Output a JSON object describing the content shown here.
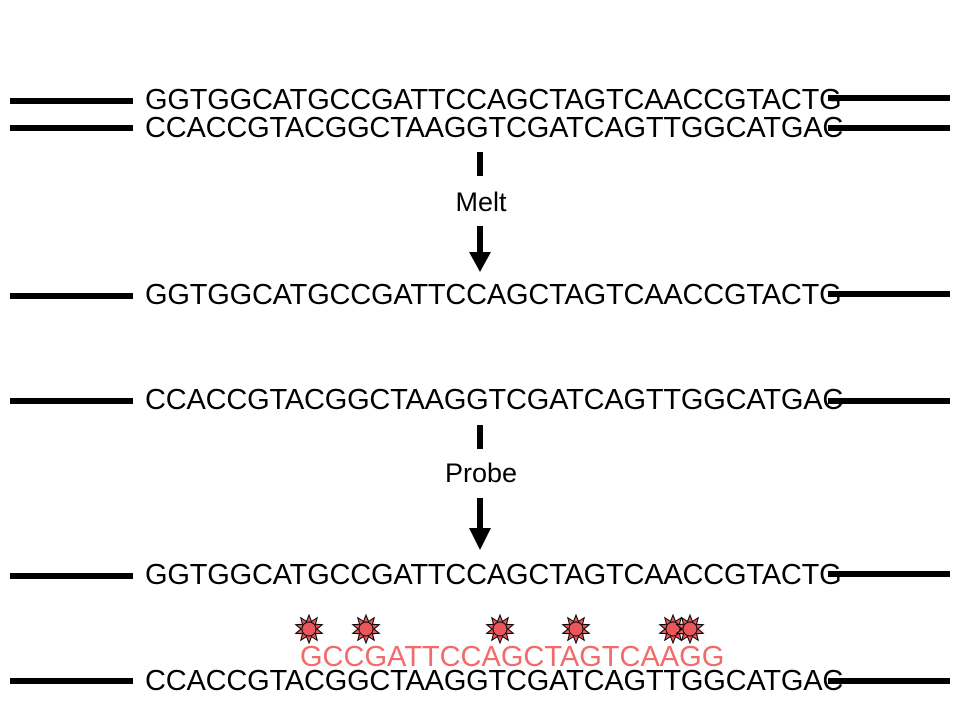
{
  "diagram": {
    "rows": [
      {
        "id": "top-strand-1",
        "sequence": "GGTGGCATGCCGATTCCAGCTAGTCAACCGTACTG"
      },
      {
        "id": "bottom-strand-1",
        "sequence": "CCACCGTACGGCTAAGGTCGATCAGTTGGCATGAC"
      },
      {
        "id": "top-strand-2",
        "sequence": "GGTGGCATGCCGATTCCAGCTAGTCAACCGTACTG"
      },
      {
        "id": "bottom-strand-2",
        "sequence": "CCACCGTACGGCTAAGGTCGATCAGTTGGCATGAC"
      },
      {
        "id": "top-strand-3",
        "sequence": "GGTGGCATGCCGATTCCAGCTAGTCAACCGTACTG"
      },
      {
        "id": "bottom-strand-3",
        "sequence": "CCACCGTACGGCTAAGGTCGATCAGTTGGCATGAC"
      }
    ],
    "steps": [
      {
        "label": "Melt"
      },
      {
        "label": "Probe"
      }
    ],
    "probe": {
      "sequence": "GCCGATTCCAGCTAGTCAAGG",
      "color": "#f26b6b",
      "marker_color": "#e8575b",
      "marker_count": 6
    },
    "strand_color": "#000000"
  }
}
